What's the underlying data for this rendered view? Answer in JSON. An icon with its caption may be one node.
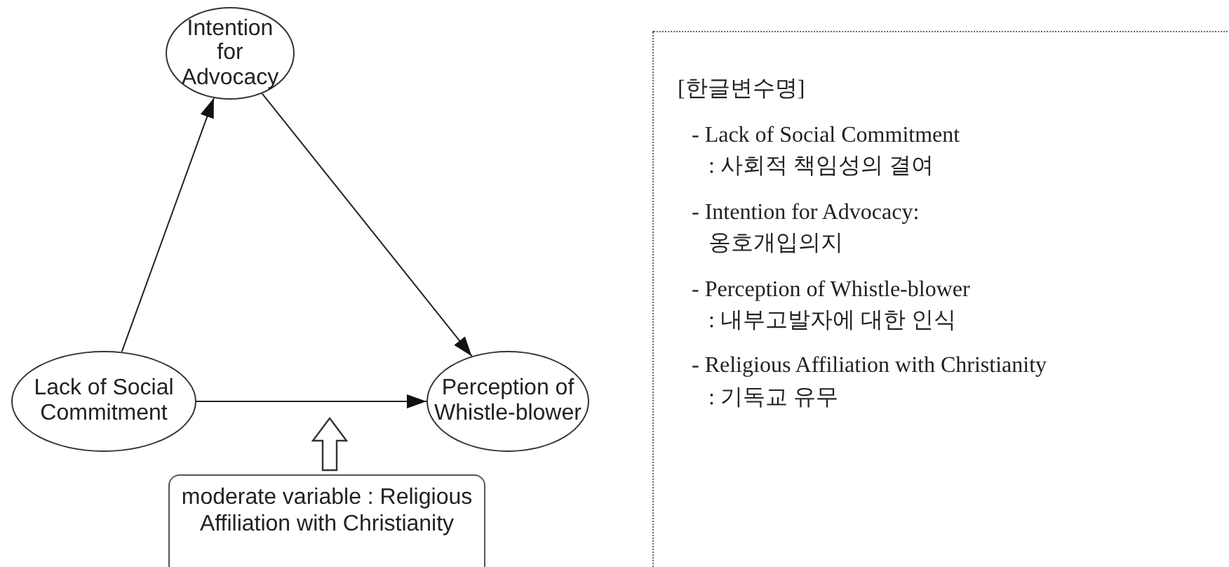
{
  "diagram": {
    "nodes": [
      {
        "text": [
          "Intention for Advocacy"
        ]
      },
      {
        "text": [
          "Lack of Social Commitment"
        ]
      },
      {
        "text": [
          "Perception of Whistle-blower"
        ]
      },
      {
        "text": [
          "moderate variable : Religious Affiliation with Christianity"
        ]
      },
      {
        "text": [
          "[한글변수명]",
          "- Lack of Social Commitment",
          ": 사회적 책임성의 결여",
          "- Intention for Advocacy:",
          "옹호개입의지",
          "- Perception of Whistle-blower",
          ": 내부고발자에 대한 인식",
          "- Religious Affiliation with Christianity",
          ": 기독교 유무"
        ]
      }
    ],
    "edges": [
      {
        "from": 1,
        "to": 0,
        "arrow": "to"
      },
      {
        "from": 0,
        "to": 2,
        "arrow": "to"
      },
      {
        "from": 1,
        "to": 2,
        "arrow": "to"
      },
      {
        "from": 3,
        "to": null,
        "arrow": "to"
      }
    ]
  }
}
